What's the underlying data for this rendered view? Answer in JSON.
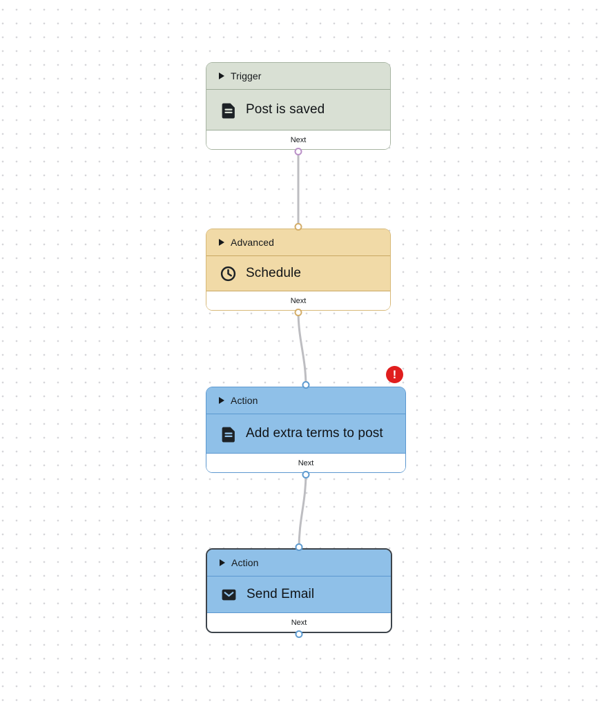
{
  "canvas": {
    "background": "#ffffff",
    "dot_color": "#d5d5d9"
  },
  "connector_color": "#bdbdc1",
  "error_badge": {
    "symbol": "!",
    "color": "#e01e1e"
  },
  "nodes": [
    {
      "category": "Trigger",
      "title": "Post is saved",
      "icon": "document-icon",
      "next_label": "Next",
      "selected": false,
      "has_error": false,
      "colors": {
        "fill": "#d9e0d4",
        "border": "#a7b4a2",
        "divider": "#9dac98",
        "port_out": "#ba90c8",
        "icon": "#1d2226"
      }
    },
    {
      "category": "Advanced",
      "title": "Schedule",
      "icon": "clock-icon",
      "next_label": "Next",
      "selected": false,
      "has_error": false,
      "colors": {
        "fill": "#f1daa7",
        "border": "#d7b877",
        "divider": "#c9a761",
        "port_in": "#d3ad69",
        "port_out": "#d3ad69",
        "icon": "#1d2226"
      }
    },
    {
      "category": "Action",
      "title": "Add extra terms to post",
      "icon": "document-icon",
      "next_label": "Next",
      "selected": false,
      "has_error": true,
      "colors": {
        "fill": "#8fc0e8",
        "border": "#5b97cf",
        "divider": "#5b97cf",
        "port_in": "#5e9bd0",
        "port_out": "#5e9bd0",
        "icon": "#1d2226"
      }
    },
    {
      "category": "Action",
      "title": "Send Email",
      "icon": "email-icon",
      "next_label": "Next",
      "selected": true,
      "has_error": false,
      "colors": {
        "fill": "#8fc0e8",
        "border": "#3d444b",
        "divider": "#5b97cf",
        "port_in": "#5e9bd0",
        "port_out": "#5e9bd0",
        "icon": "#1d2226"
      }
    }
  ]
}
